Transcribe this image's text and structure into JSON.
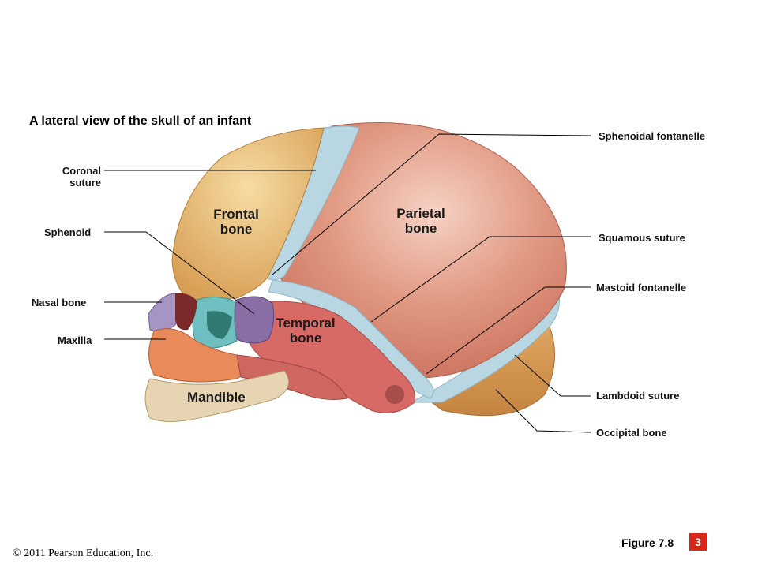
{
  "title": "A lateral view of the skull of an infant",
  "labels": {
    "coronal_suture_line1": "Coronal",
    "coronal_suture_line2": "suture",
    "sphenoid": "Sphenoid",
    "nasal_bone": "Nasal  bone",
    "maxilla": "Maxilla",
    "sphenoidal_fontanelle": "Sphenoidal  fontanelle",
    "squamous_suture": "Squamous  suture",
    "mastoid_fontanelle": "Mastoid  fontanelle",
    "lambdoid_suture": "Lambdoid  suture",
    "occipital_bone": "Occipital  bone"
  },
  "bones": {
    "frontal_line1": "Frontal",
    "frontal_line2": "bone",
    "parietal_line1": "Parietal",
    "parietal_line2": "bone",
    "temporal_line1": "Temporal",
    "temporal_line2": "bone",
    "mandible": "Mandible"
  },
  "footer": {
    "copyright": "© 2011 Pearson Education, Inc.",
    "figure": "Figure 7.8",
    "badge": "3"
  },
  "colors": {
    "frontal": "#e8b46a",
    "parietal": "#d9826b",
    "suture": "#b9d6e3",
    "temporal": "#d86a66",
    "occipital": "#d89a55",
    "sphenoid": "#8a6fa6",
    "mandible": "#e7d4b2",
    "badge": "#d62718"
  }
}
